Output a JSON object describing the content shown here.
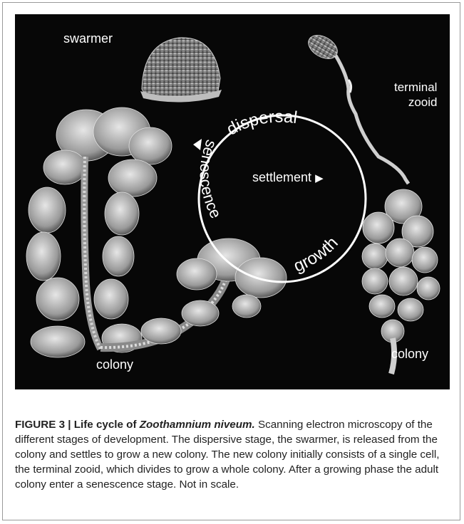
{
  "figure": {
    "labels": {
      "swarmer": "swarmer",
      "terminal_zooid_line1": "terminal",
      "terminal_zooid_line2": "zooid",
      "colony_left": "colony",
      "colony_right": "colony"
    },
    "cycle": {
      "dispersal": "dispersal",
      "settlement": "settlement",
      "growth": "growth",
      "senescence": "senescence"
    }
  },
  "caption": {
    "figure_label": "FIGURE 3 | Life cycle of",
    "species": "Zoothamnium niveum.",
    "text": "Scanning electron microscopy of the different stages of development. The dispersive stage, the swarmer, is released from the colony and settles to grow a new colony. The new colony initially consists of a single cell, the terminal zooid, which divides to grow a whole colony. After a growing phase the adult colony enter a senescence stage. Not in scale."
  }
}
